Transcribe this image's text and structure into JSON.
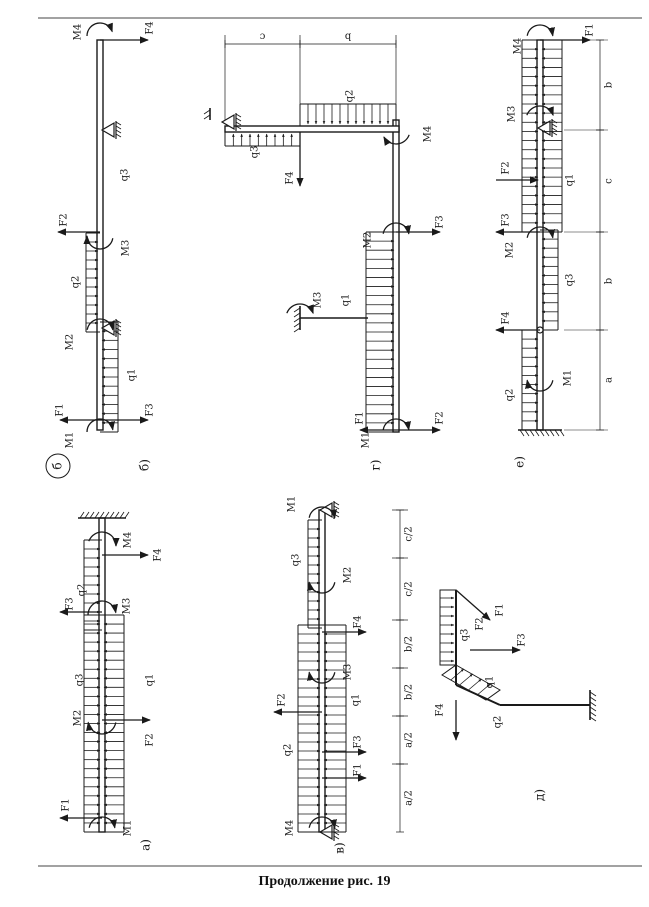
{
  "caption": "Продолжение рис. 19",
  "section_label": "б",
  "panels": {
    "a": {
      "label": "а)",
      "forces": [
        "F1",
        "F2",
        "F3",
        "F4"
      ],
      "moments": [
        "M1",
        "M2",
        "M3",
        "M4"
      ],
      "loads": [
        "q1",
        "q2",
        "q3"
      ]
    },
    "b": {
      "label": "б)",
      "forces": [
        "F1",
        "F2",
        "F3",
        "F4"
      ],
      "moments": [
        "M1",
        "M2",
        "M3",
        "M4"
      ],
      "loads": [
        "q1",
        "q2",
        "q3"
      ]
    },
    "v": {
      "label": "в)",
      "forces": [
        "F1",
        "F2",
        "F3",
        "F4"
      ],
      "moments": [
        "M1",
        "M2",
        "M3",
        "M4"
      ],
      "loads": [
        "q1",
        "q2",
        "q3"
      ],
      "dims": [
        "a/2",
        "a/2",
        "b/2",
        "b/2",
        "c/2",
        "c/2"
      ]
    },
    "g": {
      "label": "г)",
      "forces": [
        "F1",
        "F2",
        "F3",
        "F4"
      ],
      "moments": [
        "M1",
        "M2",
        "M3",
        "M4"
      ],
      "loads": [
        "q1",
        "q2",
        "q3"
      ],
      "dims": [
        "c",
        "b"
      ]
    },
    "d": {
      "label": "д)",
      "forces": [
        "F1",
        "F2",
        "F3",
        "F4"
      ],
      "loads": [
        "q1",
        "q2",
        "q3"
      ]
    },
    "e": {
      "label": "е)",
      "forces": [
        "F1",
        "F2",
        "F3",
        "F4"
      ],
      "moments": [
        "M1",
        "M2",
        "M3",
        "M4"
      ],
      "loads": [
        "q1",
        "q2",
        "q3"
      ],
      "dims": [
        "a",
        "b",
        "c",
        "b"
      ]
    }
  },
  "colors": {
    "ink": "#1a1a1a",
    "paper": "#ffffff"
  }
}
